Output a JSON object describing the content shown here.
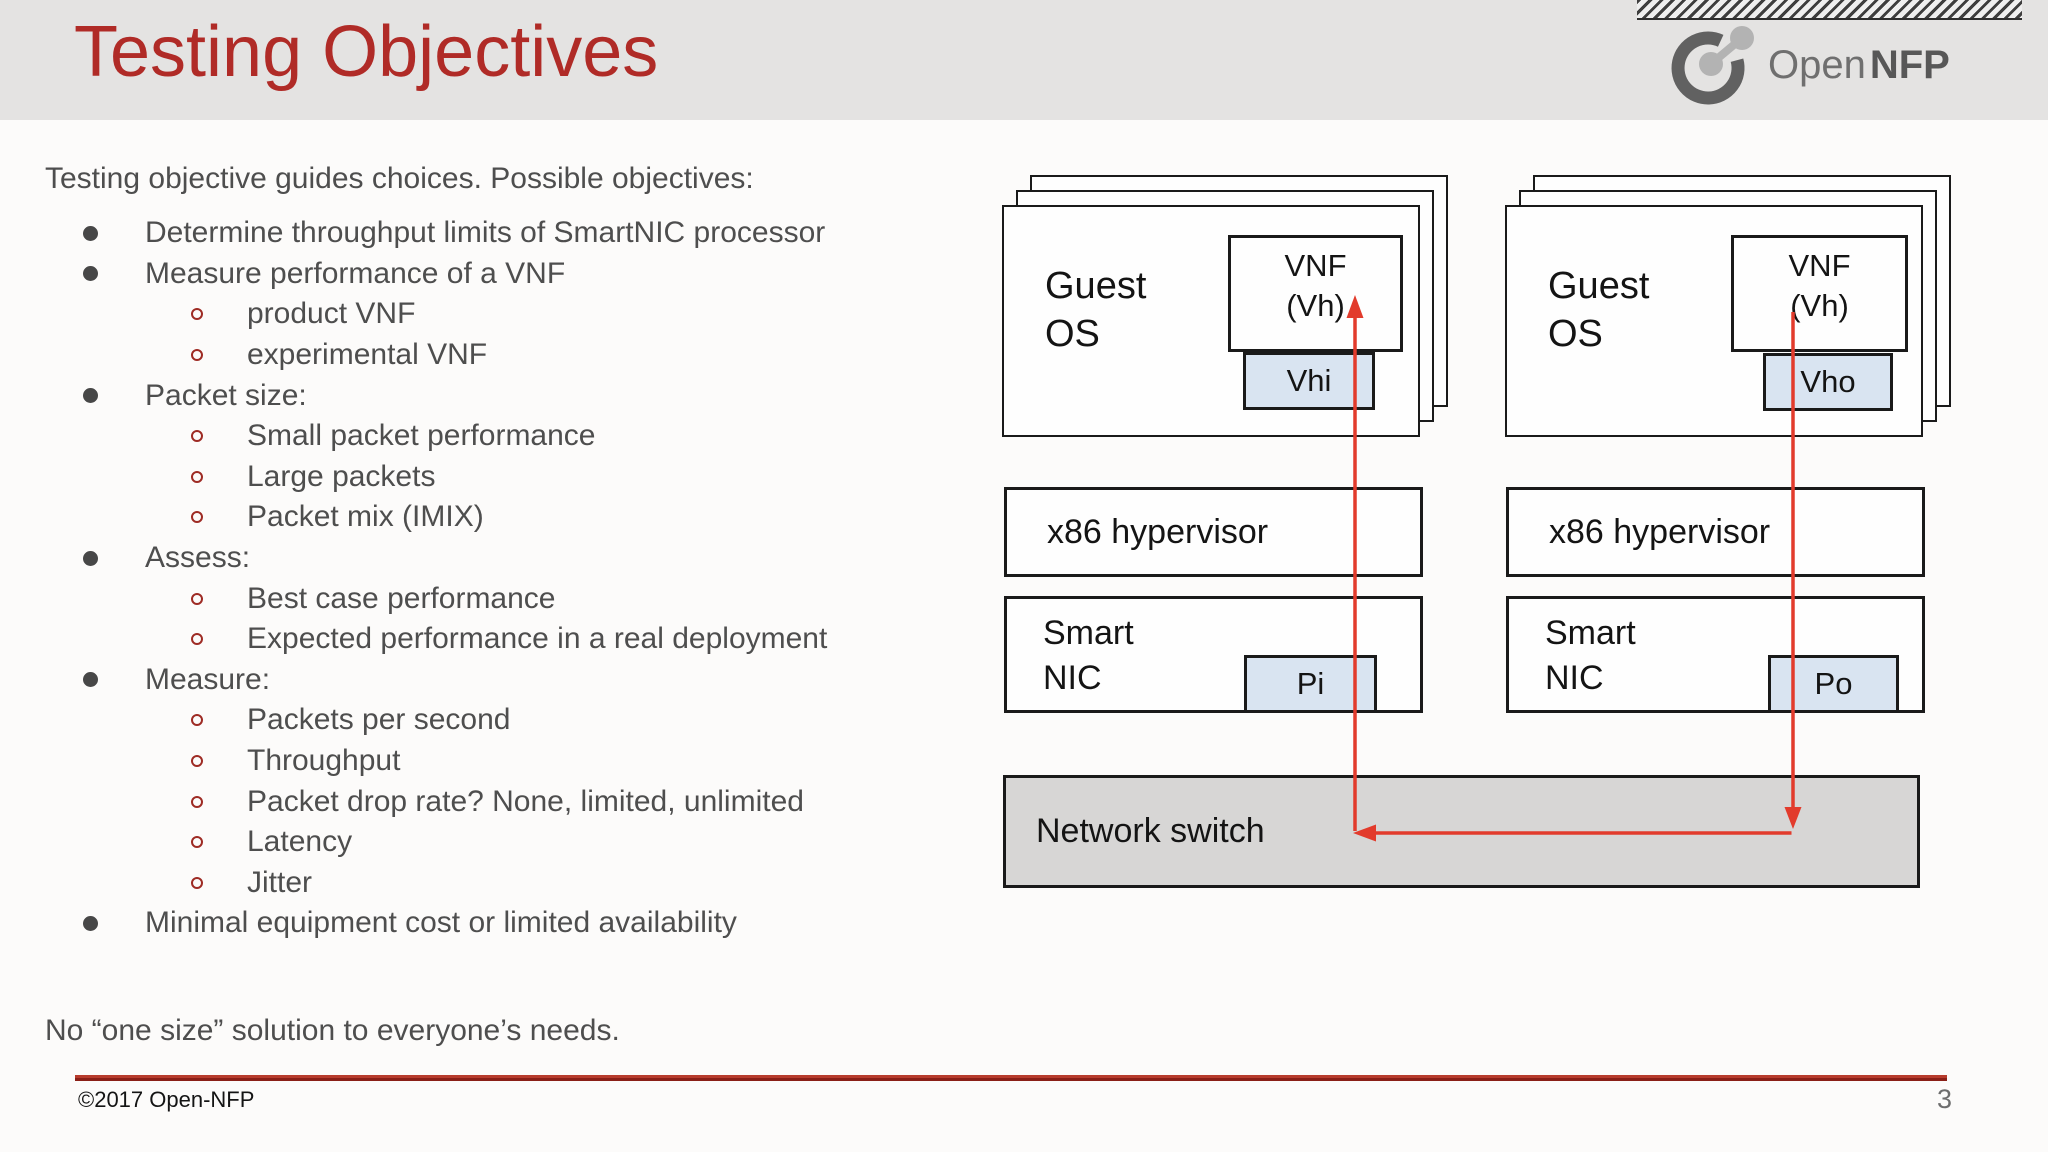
{
  "header": {
    "title": "Testing Objectives",
    "logo": {
      "open": "Open",
      "nfp": "NFP"
    }
  },
  "intro": "Testing objective guides choices. Possible objectives:",
  "bullets": [
    {
      "level": 1,
      "text": "Determine throughput limits of SmartNIC processor"
    },
    {
      "level": 1,
      "text": "Measure performance of a VNF"
    },
    {
      "level": 2,
      "text": "product VNF"
    },
    {
      "level": 2,
      "text": "experimental VNF"
    },
    {
      "level": 1,
      "text": "Packet size:"
    },
    {
      "level": 2,
      "text": "Small packet performance"
    },
    {
      "level": 2,
      "text": "Large packets"
    },
    {
      "level": 2,
      "text": "Packet mix (IMIX)"
    },
    {
      "level": 1,
      "text": "Assess:"
    },
    {
      "level": 2,
      "text": "Best case performance"
    },
    {
      "level": 2,
      "text": "Expected performance in a real deployment"
    },
    {
      "level": 1,
      "text": "Measure:"
    },
    {
      "level": 2,
      "text": "Packets per second"
    },
    {
      "level": 2,
      "text": "Throughput"
    },
    {
      "level": 2,
      "text": "Packet drop rate? None, limited, unlimited"
    },
    {
      "level": 2,
      "text": "Latency"
    },
    {
      "level": 2,
      "text": "Jitter"
    },
    {
      "level": 1,
      "text": "Minimal equipment cost or limited availability"
    }
  ],
  "closing": "No “one size” solution to everyone’s needs.",
  "diagram": {
    "left_host": {
      "guest_os_line1": "Guest",
      "guest_os_line2": "OS",
      "vnf_line1": "VNF",
      "vnf_line2": "(Vh)",
      "vnf_port": "Vhi",
      "hypervisor": "x86 hypervisor",
      "nic_line1": "Smart",
      "nic_line2": "NIC",
      "nic_port": "Pi"
    },
    "right_host": {
      "guest_os_line1": "Guest",
      "guest_os_line2": "OS",
      "vnf_line1": "VNF",
      "vnf_line2": "(Vh)",
      "vnf_port": "Vho",
      "hypervisor": "x86 hypervisor",
      "nic_line1": "Smart",
      "nic_line2": "NIC",
      "nic_port": "Po"
    },
    "network_switch": "Network switch"
  },
  "footer": {
    "copyright": "©2017 Open-NFP",
    "page": "3"
  },
  "colors": {
    "title_red": "#b02b27",
    "arrow_red": "#e23b2c",
    "port_blue_fill": "#d9e4f1",
    "switch_gray_fill": "#d7d6d5",
    "header_gray": "#e4e3e2"
  }
}
